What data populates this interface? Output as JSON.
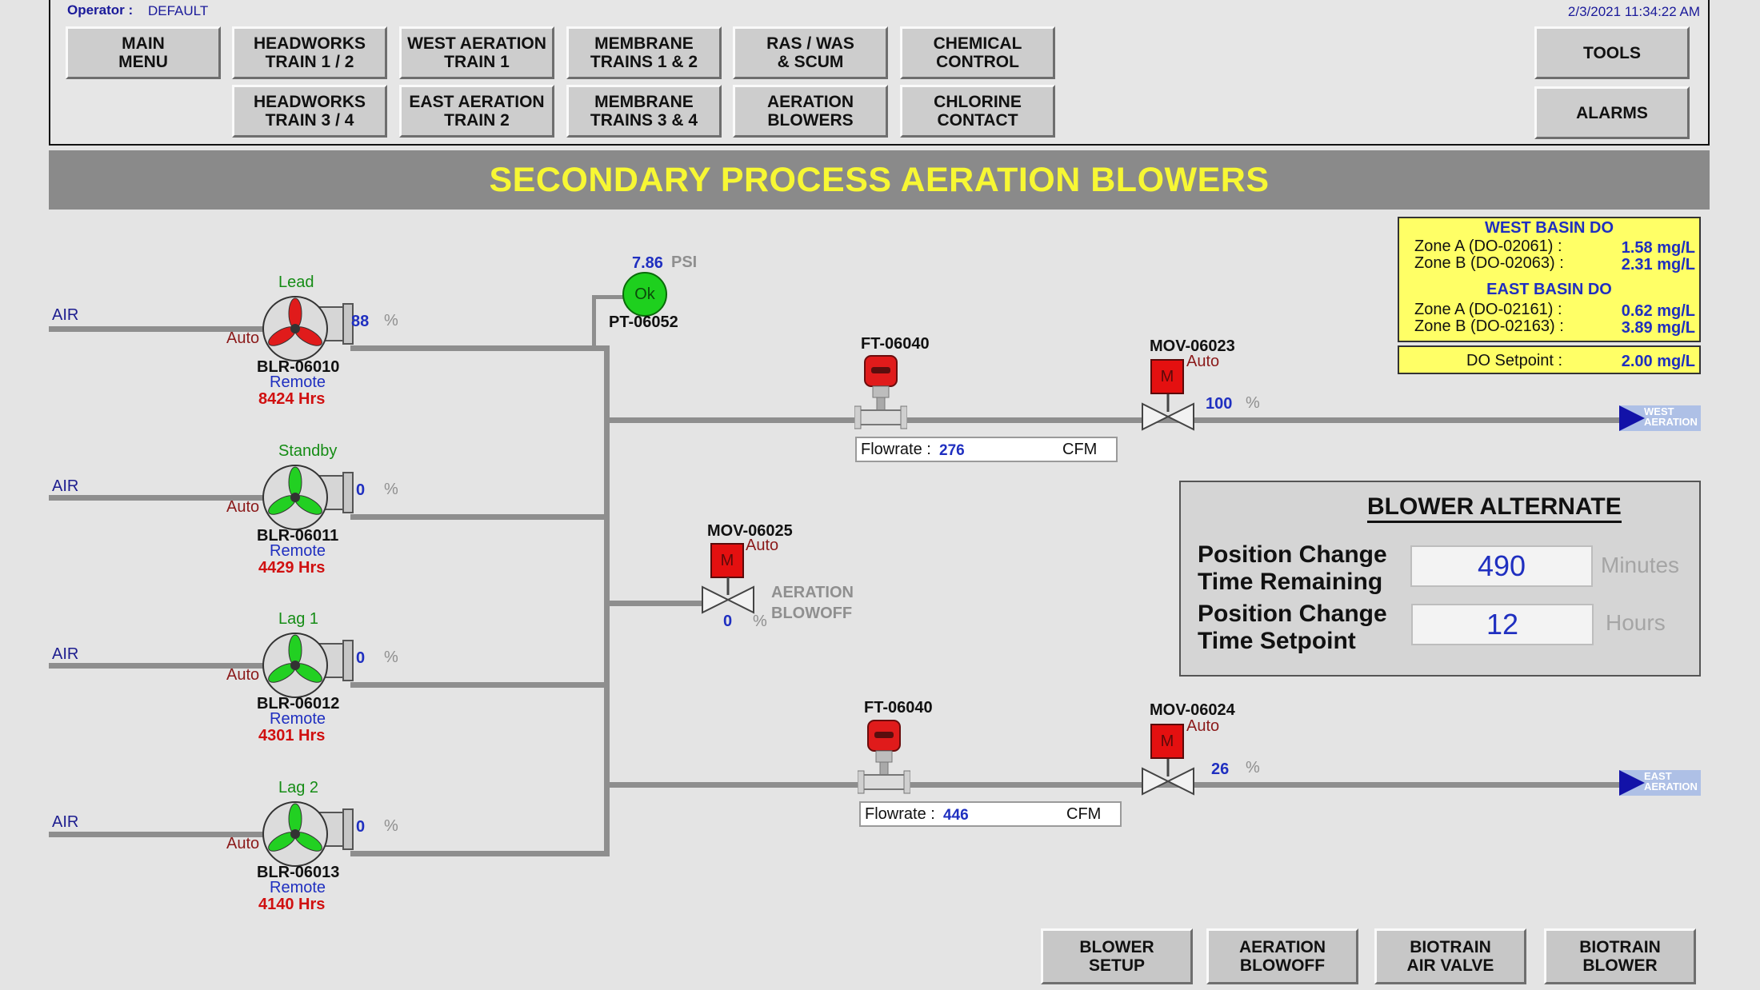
{
  "header": {
    "operator_label": "Operator :",
    "operator_value": "DEFAULT",
    "timestamp": "2/3/2021 11:34:22 AM",
    "nav": {
      "main_menu": "MAIN\nMENU",
      "headworks_1_2": "HEADWORKS\nTRAIN 1 / 2",
      "headworks_3_4": "HEADWORKS\nTRAIN 3 / 4",
      "west_aeration": "WEST AERATION\nTRAIN 1",
      "east_aeration": "EAST AERATION\nTRAIN 2",
      "membrane_1_2": "MEMBRANE\nTRAINS 1 & 2",
      "membrane_3_4": "MEMBRANE\nTRAINS 3 & 4",
      "ras_was": "RAS / WAS\n& SCUM",
      "aeration_blowers": "AERATION\nBLOWERS",
      "chemical_control": "CHEMICAL\nCONTROL",
      "chlorine_contact": "CHLORINE\nCONTACT",
      "tools": "TOOLS",
      "alarms": "ALARMS"
    }
  },
  "page_title": "SECONDARY PROCESS AERATION BLOWERS",
  "air_label": "AIR",
  "blowers": [
    {
      "role": "Lead",
      "mode": "Auto",
      "speed": "88",
      "unit": "%",
      "tag": "BLR-06010",
      "control": "Remote",
      "hours": "8424 Hrs",
      "running": true
    },
    {
      "role": "Standby",
      "mode": "Auto",
      "speed": "0",
      "unit": "%",
      "tag": "BLR-06011",
      "control": "Remote",
      "hours": "4429 Hrs",
      "running": false
    },
    {
      "role": "Lag 1",
      "mode": "Auto",
      "speed": "0",
      "unit": "%",
      "tag": "BLR-06012",
      "control": "Remote",
      "hours": "4301 Hrs",
      "running": false
    },
    {
      "role": "Lag 2",
      "mode": "Auto",
      "speed": "0",
      "unit": "%",
      "tag": "BLR-06013",
      "control": "Remote",
      "hours": "4140 Hrs",
      "running": false
    }
  ],
  "pressure": {
    "value": "7.86",
    "unit": "PSI",
    "status": "Ok",
    "tag": "PT-06052"
  },
  "west_line": {
    "flow_tag": "FT-06040",
    "flow_label": "Flowrate :",
    "flow_value": "276",
    "flow_unit": "CFM",
    "valve_tag": "MOV-06023",
    "valve_mode": "Auto",
    "valve_letter": "M",
    "valve_position": "100",
    "valve_unit": "%",
    "dest": "WEST\nAERATION"
  },
  "east_line": {
    "flow_tag": "FT-06040",
    "flow_label": "Flowrate :",
    "flow_value": "446",
    "flow_unit": "CFM",
    "valve_tag": "MOV-06024",
    "valve_mode": "Auto",
    "valve_letter": "M",
    "valve_position": "26",
    "valve_unit": "%",
    "dest": "EAST\nAERATION"
  },
  "blowoff": {
    "valve_tag": "MOV-06025",
    "valve_mode": "Auto",
    "valve_letter": "M",
    "valve_position": "0",
    "valve_unit": "%",
    "label": "AERATION\nBLOWOFF"
  },
  "do_panel": {
    "west_title": "WEST BASIN DO",
    "west_zone_a_label": "Zone A (DO-02061) :",
    "west_zone_a_value": "1.58 mg/L",
    "west_zone_b_label": "Zone B (DO-02063) :",
    "west_zone_b_value": "2.31 mg/L",
    "east_title": "EAST BASIN DO",
    "east_zone_a_label": "Zone A (DO-02161) :",
    "east_zone_a_value": "0.62 mg/L",
    "east_zone_b_label": "Zone B (DO-02163) :",
    "east_zone_b_value": "3.89 mg/L",
    "setpoint_label": "DO Setpoint :",
    "setpoint_value": "2.00 mg/L"
  },
  "blower_alternate": {
    "title": "BLOWER ALTERNATE",
    "remaining_label": "Position Change\nTime Remaining",
    "remaining_value": "490",
    "remaining_unit": "Minutes",
    "setpoint_label": "Position Change\nTime Setpoint",
    "setpoint_value": "12",
    "setpoint_unit": "Hours"
  },
  "bottom_buttons": {
    "blower_setup": "BLOWER\nSETUP",
    "aeration_blowoff": "AERATION\nBLOWOFF",
    "biotrain_air_valve": "BIOTRAIN\nAIR VALVE",
    "biotrain_blower": "BIOTRAIN\nBLOWER"
  },
  "colors": {
    "title_text": "#f7f734",
    "running_fan": "#e01b1b",
    "stopped_fan": "#22d022",
    "ok_indicator": "#1ed01e",
    "valve_red": "#e41010",
    "do_panel_bg": "#ffff66"
  }
}
